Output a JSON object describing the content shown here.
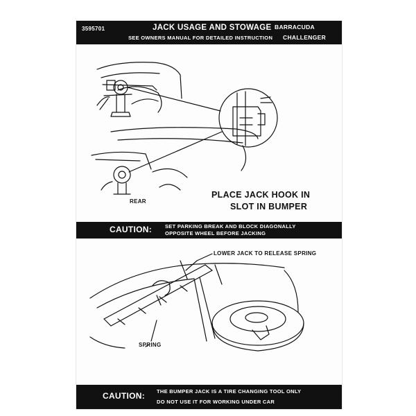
{
  "header": {
    "part_number": "3595701",
    "title": "JACK USAGE AND STOWAGE",
    "subtitle": "SEE OWNERS MANUAL FOR DETAILED INSTRUCTION",
    "model_1": "BARRACUDA",
    "model_2": "CHALLENGER"
  },
  "upper_panel": {
    "rear_label": "REAR",
    "instruction_line_1": "PLACE JACK HOOK IN",
    "instruction_line_2": "SLOT IN BUMPER"
  },
  "caution_1": {
    "label": "CAUTION:",
    "line_1": "SET PARKING BREAK AND BLOCK DIAGONALLY",
    "line_2": "OPPOSITE WHEEL BEFORE JACKING"
  },
  "lower_panel": {
    "lower_jack_label": "LOWER JACK TO RELEASE SPRING",
    "spring_label": "SPRING"
  },
  "caution_2": {
    "label": "CAUTION:",
    "line_1": "THE BUMPER JACK IS A TIRE CHANGING TOOL ONLY",
    "line_2": "DO NOT USE IT FOR WORKING UNDER CAR"
  },
  "colors": {
    "band": "#111111",
    "paper": "#fdfdfd",
    "ink": "#111111"
  }
}
